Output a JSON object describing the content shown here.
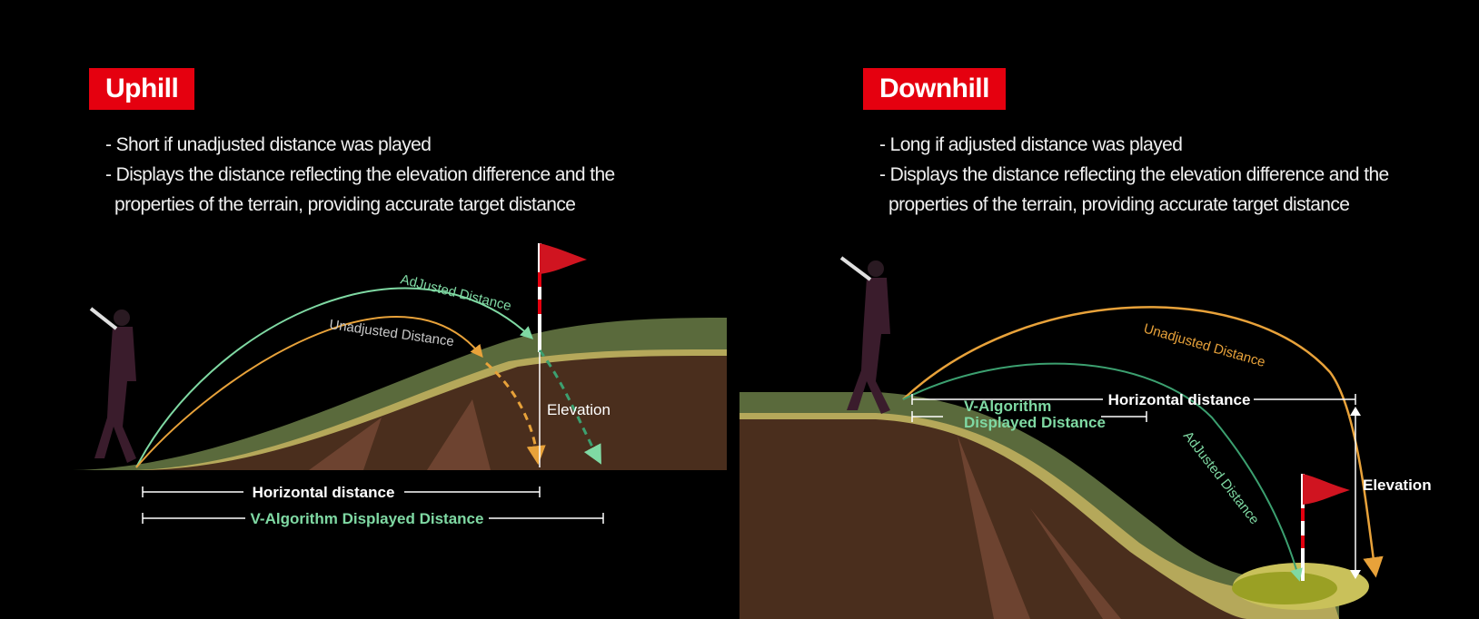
{
  "uphill": {
    "title": "Uphill",
    "bullets": [
      "Short if unadjusted distance was played",
      "Displays the distance  reflecting the elevation difference and the properties of the terrain, providing accurate target distance"
    ],
    "labels": {
      "adjusted": "AdJusted Distance",
      "unadjusted": "Unadjusted Distance",
      "elevation": "Elevation",
      "horizontal": "Horizontal distance",
      "valgorithm": "V-Algorithm Displayed Distance"
    }
  },
  "downhill": {
    "title": "Downhill",
    "bullets": [
      "Long if adjusted distance was played",
      "Displays the distance  reflecting the elevation difference and the properties of the terrain, providing accurate target distance"
    ],
    "labels": {
      "unadjusted": "Unadjusted Distance",
      "horizontal": "Horizontal distance",
      "valgorithm_line1": "V-Algorithm",
      "valgorithm_line2": "Displayed Distance",
      "adjusted": "AdJusted Distance",
      "elevation": "Elevation"
    }
  },
  "colors": {
    "badge": "#e5000f",
    "adjusted": "#7fd9a3",
    "unadjusted": "#e8a23a",
    "grass": "#5a6a3c",
    "dirt": "#4a2e1d"
  },
  "icons": [
    "golfer-illustration",
    "flag-icon"
  ]
}
